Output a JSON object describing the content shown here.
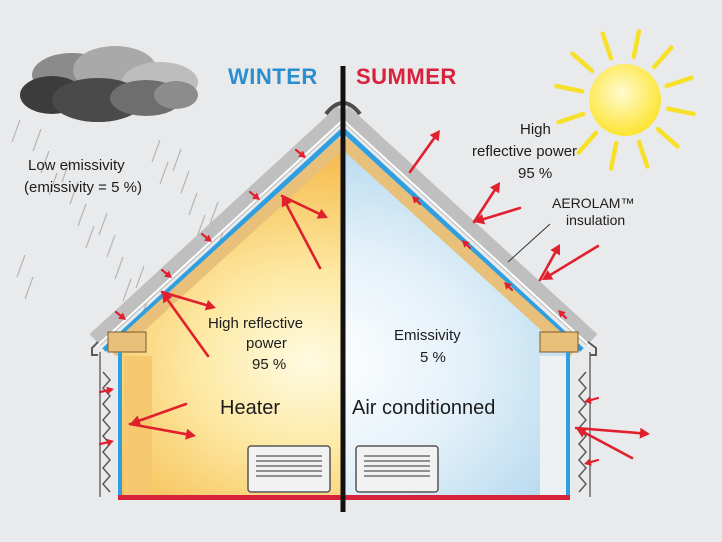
{
  "seasons": {
    "winter": "WINTER",
    "summer": "SUMMER"
  },
  "winter": {
    "emissivity_label": "Low emissivity",
    "emissivity_value": "(emissivity = 5 %)",
    "reflective_line1": "High reflective",
    "reflective_line2": "power",
    "reflective_value": "95 %",
    "device": "Heater"
  },
  "summer": {
    "reflective_line1": "High",
    "reflective_line2": "reflective power",
    "reflective_value": "95 %",
    "insulation_line1": "AEROLAM™",
    "insulation_line2": "insulation",
    "emissivity_label": "Emissivity",
    "emissivity_value": "5 %",
    "device": "Air conditionned"
  },
  "colors": {
    "winter_text": "#2b8fcf",
    "summer_text": "#d8213b",
    "arrow": "#e0202c",
    "foil_blue": "#2f9fe0",
    "roof_wood": "#e8c07a",
    "background": "#e9eaec"
  },
  "icons": [
    "cloud-icon",
    "sun-icon",
    "radiator-icon",
    "arrow-icon"
  ]
}
